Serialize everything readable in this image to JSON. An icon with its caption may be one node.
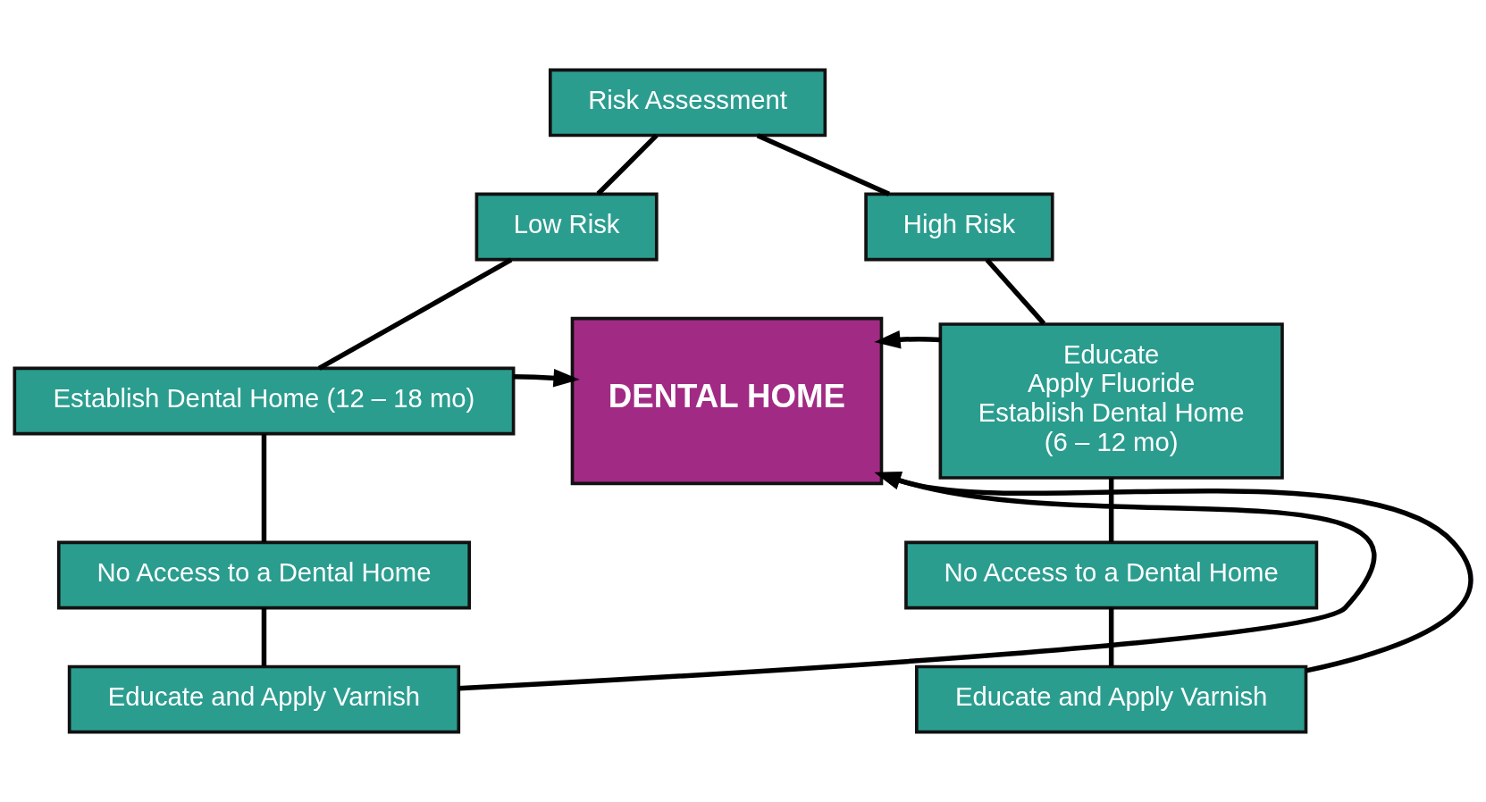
{
  "diagram": {
    "nodes": [
      {
        "text": [
          "Risk Assessment"
        ]
      },
      {
        "text": [
          "Low Risk"
        ]
      },
      {
        "text": [
          "High Risk"
        ]
      },
      {
        "text": [
          "Establish Dental Home (12 – 18 mo)"
        ]
      },
      {
        "text": [
          "Educate",
          "Apply Fluoride",
          "Establish Dental Home",
          "(6 – 12 mo)"
        ]
      },
      {
        "text": [
          "DENTAL HOME"
        ]
      },
      {
        "text": [
          "No Access to a Dental Home"
        ]
      },
      {
        "text": [
          "No Access to a Dental Home"
        ]
      },
      {
        "text": [
          "Educate and Apply Varnish"
        ]
      },
      {
        "text": [
          "Educate and Apply Varnish"
        ]
      }
    ],
    "edges": [
      {
        "from": 0,
        "to": 1,
        "arrow": "none"
      },
      {
        "from": 0,
        "to": 2,
        "arrow": "none"
      },
      {
        "from": 1,
        "to": 3,
        "arrow": "none"
      },
      {
        "from": 2,
        "to": 4,
        "arrow": "none"
      },
      {
        "from": 3,
        "to": 6,
        "arrow": "none"
      },
      {
        "from": 4,
        "to": 7,
        "arrow": "none"
      },
      {
        "from": 6,
        "to": 8,
        "arrow": "none"
      },
      {
        "from": 7,
        "to": 9,
        "arrow": "none"
      },
      {
        "from": 3,
        "to": 5,
        "arrow": "to"
      },
      {
        "from": 4,
        "to": 5,
        "arrow": "to"
      },
      {
        "from": 8,
        "to": 5,
        "arrow": "to"
      },
      {
        "from": 9,
        "to": 5,
        "arrow": "to"
      }
    ]
  }
}
